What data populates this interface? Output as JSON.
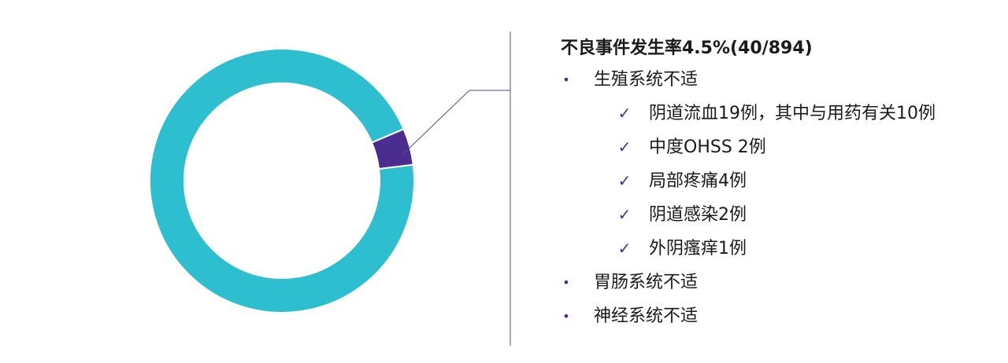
{
  "colors": {
    "ring_main": "#2dbfcf",
    "ring_slice": "#4b2d8f",
    "divider": "#5a4a8a",
    "bullet": "#4b2d8f"
  },
  "chart_data": {
    "type": "pie",
    "variant": "donut",
    "legend": "none",
    "slices": [
      {
        "value": 40,
        "color": "#4b2d8f"
      },
      {
        "value": 854,
        "color": "#2dbfcf"
      }
    ]
  },
  "panel": {
    "title": "不良事件发生率4.5%(40/894)",
    "items": [
      {
        "level": 1,
        "marker": "•",
        "text": "生殖系统不适"
      },
      {
        "level": 2,
        "marker": "✓",
        "text": "阴道流血19例，其中与用药有关10例"
      },
      {
        "level": 2,
        "marker": "✓",
        "text": "中度OHSS 2例"
      },
      {
        "level": 2,
        "marker": "✓",
        "text": "局部疼痛4例"
      },
      {
        "level": 2,
        "marker": "✓",
        "text": "阴道感染2例"
      },
      {
        "level": 2,
        "marker": "✓",
        "text": "外阴瘙痒1例"
      },
      {
        "level": 1,
        "marker": "•",
        "text": "胃肠系统不适"
      },
      {
        "level": 1,
        "marker": "•",
        "text": "神经系统不适"
      }
    ]
  }
}
